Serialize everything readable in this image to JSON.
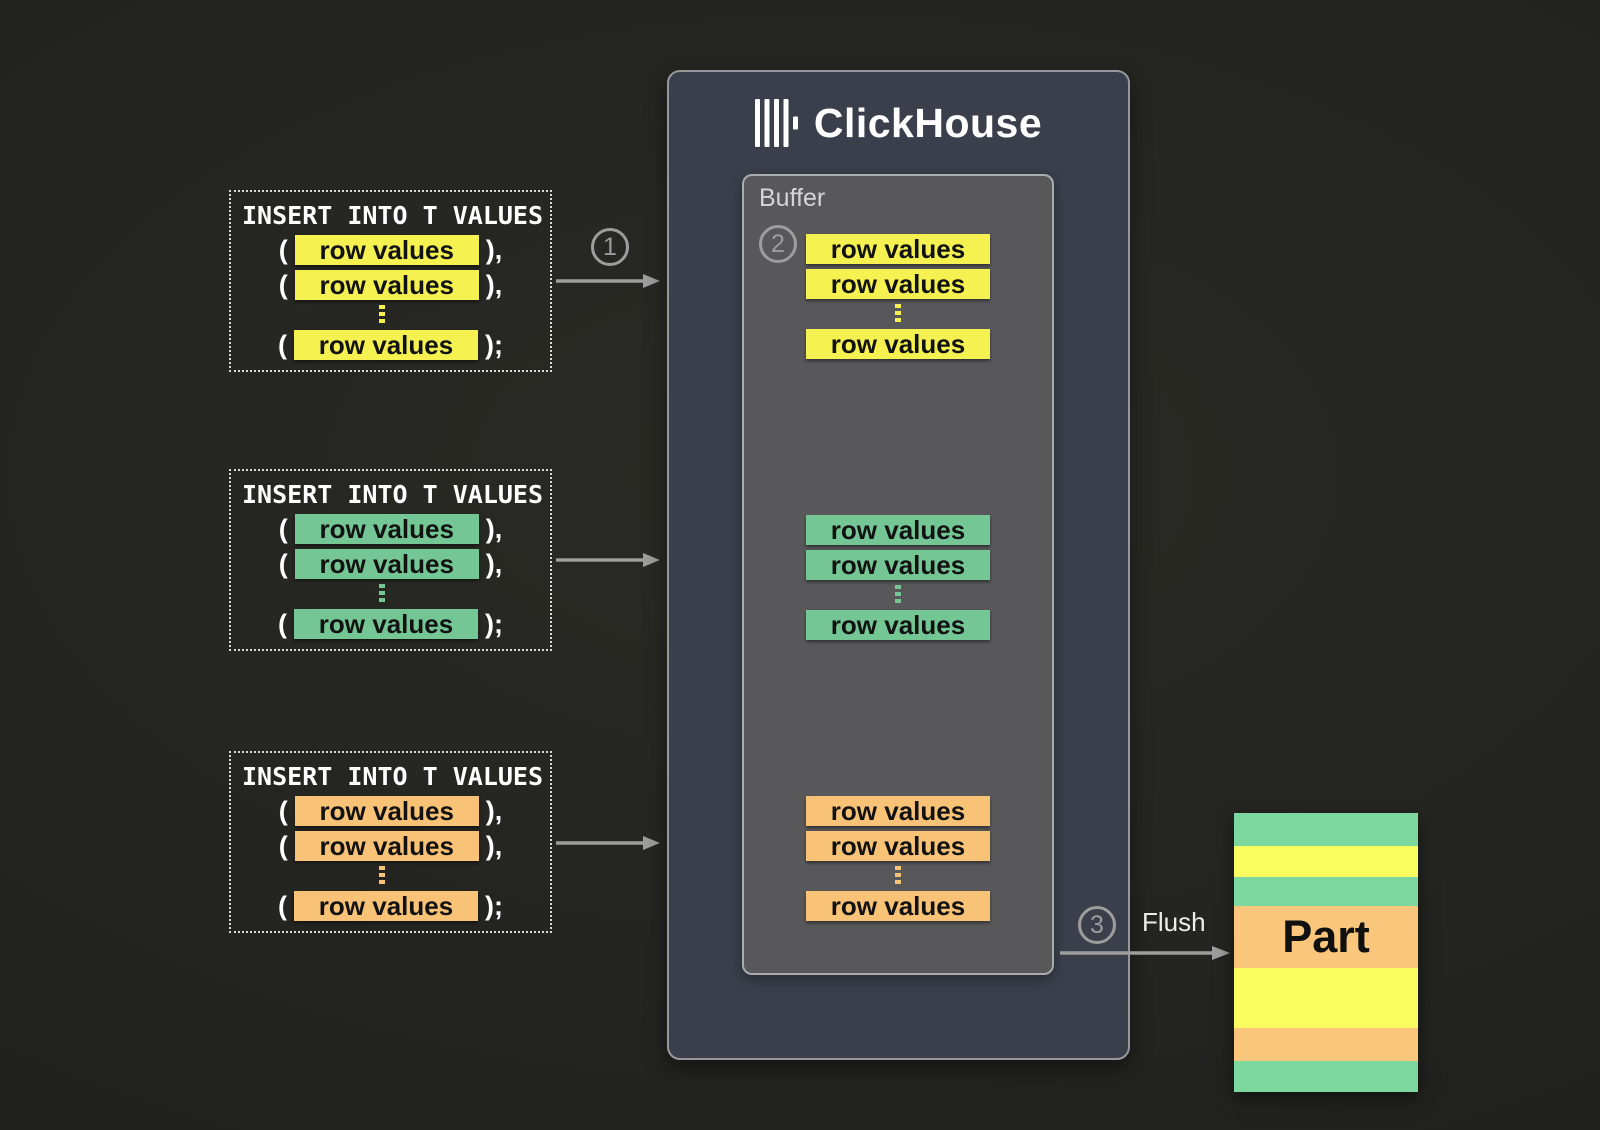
{
  "colors": {
    "yellow": "#f4f150",
    "green": "#74c795",
    "orange": "#f8c377",
    "partGreen": "#7dd8a0",
    "partYellow": "#fafc5f",
    "partOrange": "#f9c67c",
    "gray": "#9d9d9d"
  },
  "insert_blocks": [
    {
      "title": "INSERT INTO T VALUES",
      "color": "yellow",
      "rows": [
        {
          "open": "(",
          "value": "row values",
          "close": "),"
        },
        {
          "open": "(",
          "value": "row values",
          "close": "),"
        },
        {
          "open": "(",
          "value": "row values",
          "close": ");"
        }
      ]
    },
    {
      "title": "INSERT INTO T VALUES",
      "color": "green",
      "rows": [
        {
          "open": "(",
          "value": "row values",
          "close": "),"
        },
        {
          "open": "(",
          "value": "row values",
          "close": "),"
        },
        {
          "open": "(",
          "value": "row values",
          "close": ");"
        }
      ]
    },
    {
      "title": "INSERT INTO T VALUES",
      "color": "orange",
      "rows": [
        {
          "open": "(",
          "value": "row values",
          "close": "),"
        },
        {
          "open": "(",
          "value": "row values",
          "close": "),"
        },
        {
          "open": "(",
          "value": "row values",
          "close": ");"
        }
      ]
    }
  ],
  "steps": [
    "1",
    "2",
    "3"
  ],
  "clickhouse": {
    "title": "ClickHouse",
    "buffer_label": "Buffer",
    "groups": [
      {
        "color": "yellow",
        "rows": [
          "row values",
          "row values",
          "row values"
        ]
      },
      {
        "color": "green",
        "rows": [
          "row values",
          "row values",
          "row values"
        ]
      },
      {
        "color": "orange",
        "rows": [
          "row values",
          "row values",
          "row values"
        ]
      }
    ]
  },
  "flush": {
    "label": "Flush"
  },
  "part": {
    "label": "Part",
    "stripes": [
      {
        "color": "partGreen",
        "height": 33
      },
      {
        "color": "partYellow",
        "height": 31
      },
      {
        "color": "partGreen",
        "height": 29
      },
      {
        "color": "partOrange",
        "height": 62
      },
      {
        "color": "partYellow",
        "height": 60
      },
      {
        "color": "partOrange",
        "height": 33
      },
      {
        "color": "partGreen",
        "height": 31
      }
    ]
  }
}
